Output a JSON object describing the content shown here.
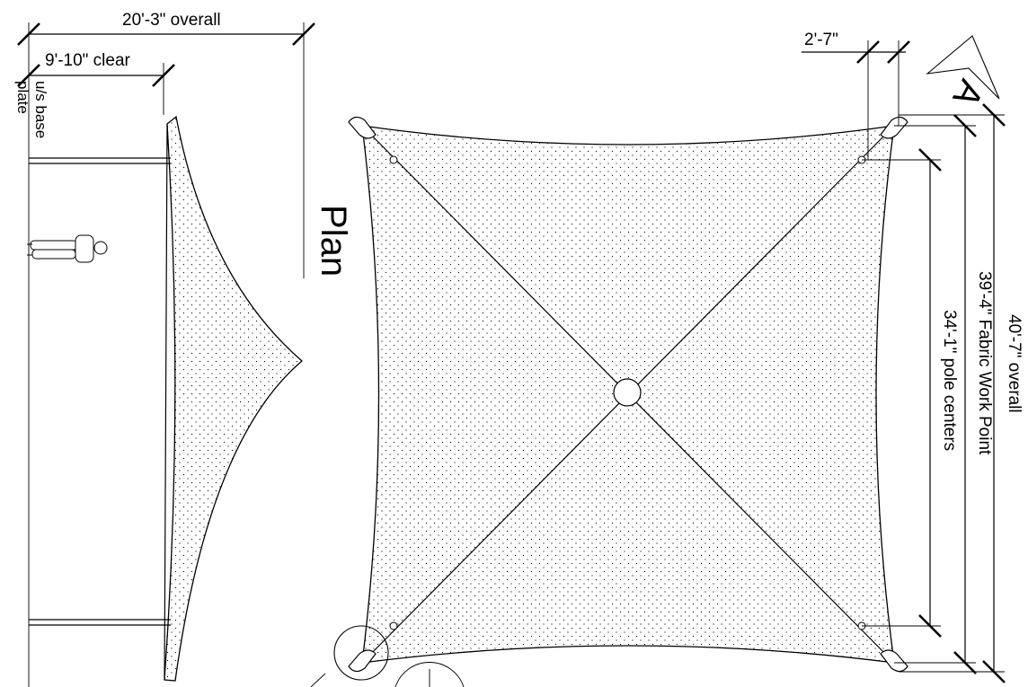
{
  "elevation": {
    "overall_dim": "20'-3\" overall",
    "clear_dim": "9'-10\" clear",
    "base_note_line1": "u/s base",
    "base_note_line2": "plate"
  },
  "plan": {
    "title": "Plan",
    "offset_dim": "2'-7\"",
    "section_marker": "A",
    "overall_dim": "40'-7\" overall",
    "fabric_dim": "39'-4\" Fabric Work Point",
    "pole_dim": "34'-1\" pole centers"
  },
  "colors": {
    "line": "#000000",
    "background": "#ffffff"
  }
}
